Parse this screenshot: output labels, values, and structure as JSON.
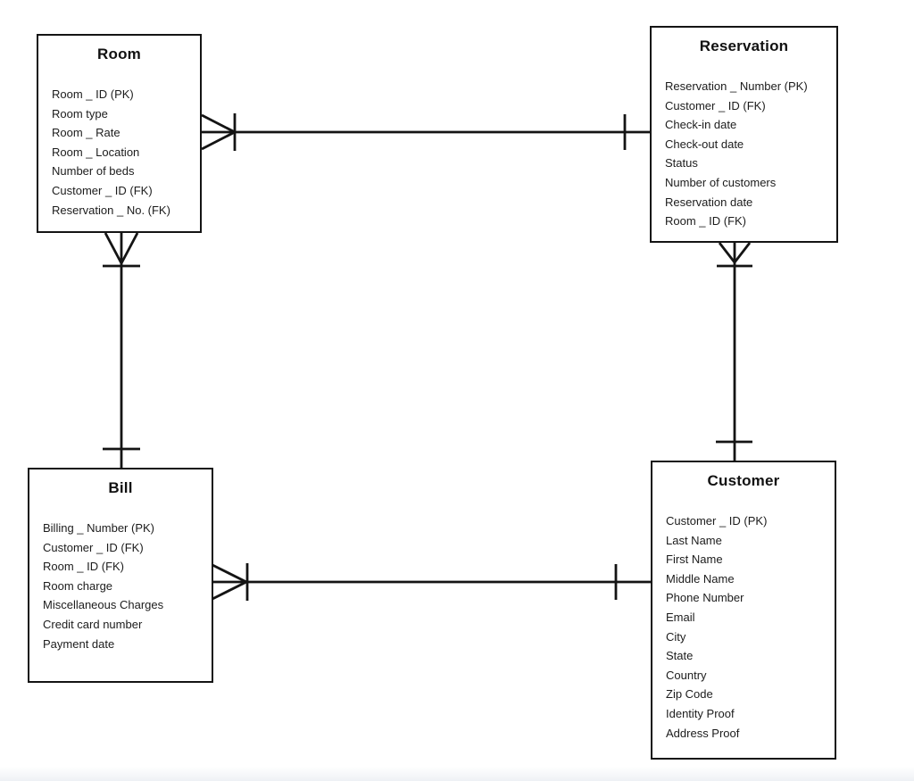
{
  "colors": {
    "background": "#ffffff",
    "line": "#141414",
    "box_border": "#141414",
    "text": "#1c1c1c"
  },
  "entities": [
    {
      "id": "room",
      "title": "Room",
      "attributes": [
        "Room _ ID (PK)",
        "Room type",
        "Room _ Rate",
        "Room _ Location",
        "Number of beds",
        "Customer _ ID (FK)",
        "Reservation _ No. (FK)"
      ]
    },
    {
      "id": "reservation",
      "title": "Reservation",
      "attributes": [
        "Reservation _ Number (PK)",
        "Customer _ ID (FK)",
        "Check-in date",
        "Check-out date",
        "Status",
        "Number of customers",
        "Reservation date",
        "Room _ ID (FK)"
      ]
    },
    {
      "id": "bill",
      "title": "Bill",
      "attributes": [
        "Billing _ Number (PK)",
        "Customer _ ID (FK)",
        "Room _ ID (FK)",
        "Room charge",
        "Miscellaneous Charges",
        "Credit card number",
        "Payment date"
      ]
    },
    {
      "id": "customer",
      "title": "Customer",
      "attributes": [
        "Customer _ ID (PK)",
        "Last Name",
        "First Name",
        "Middle Name",
        "Phone Number",
        "Email",
        "City",
        "State",
        "Country",
        "Zip Code",
        "Identity Proof",
        "Address Proof"
      ]
    }
  ],
  "relationships": [
    {
      "from": "Room",
      "to": "Reservation",
      "from_symbol": "many (crow's foot with one bar)",
      "to_symbol": "one (single bar)"
    },
    {
      "from": "Room",
      "to": "Bill",
      "from_symbol": "many (crow's foot with one bar)",
      "to_symbol": "one (single bar)"
    },
    {
      "from": "Bill",
      "to": "Customer",
      "from_symbol": "many (crow's foot with one bar)",
      "to_symbol": "one (single bar)"
    },
    {
      "from": "Reservation",
      "to": "Customer",
      "from_symbol": "many (crow's foot with one bar)",
      "to_symbol": "one (single bar)"
    }
  ]
}
